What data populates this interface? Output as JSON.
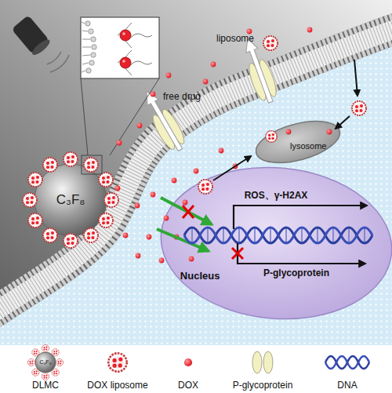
{
  "diagram": {
    "nodes": [
      {
        "text": [
          "C₃F₈"
        ]
      },
      {
        "text": [
          "lysosome"
        ]
      },
      {
        "text": [
          "Nucleus"
        ]
      },
      {
        "text": [
          "C₃F₈"
        ]
      }
    ],
    "labels": [
      "liposome",
      "free drug",
      "ROS、γ-H2AX",
      "P-glycoprotein"
    ],
    "legend": [
      {
        "text": "DLMC"
      },
      {
        "text": "DOX liposome"
      },
      {
        "text": "DOX"
      },
      {
        "text": "P-glycoprotein"
      },
      {
        "text": "DNA"
      }
    ]
  }
}
